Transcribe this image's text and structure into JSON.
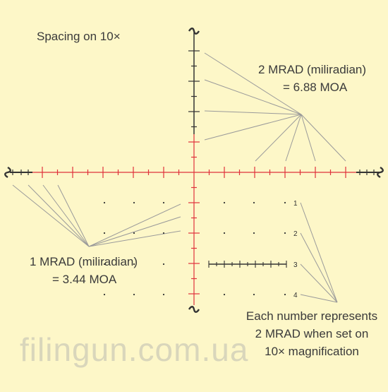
{
  "labels": {
    "spacing": "Spacing on 10×",
    "mrad2_line1": "2 MRAD (miliradian)",
    "mrad2_line2": "= 6.88 MOA",
    "mrad1_line1": "1 MRAD (miliradian)",
    "mrad1_line2": "= 3.44 MOA",
    "each_line1": "Each number represents",
    "each_line2": "2 MRAD when set on",
    "each_line3": "10× magnification"
  },
  "holdover_numbers": [
    "1",
    "2",
    "3",
    "4"
  ],
  "watermark": "filingun.com.ua",
  "colors": {
    "background": "#fdf7c8",
    "reticle_red": "#e0323c",
    "reticle_dark": "#333333",
    "leader": "#9a9a9a",
    "text": "#3a3a3a",
    "watermark": "#d9d6bb"
  }
}
